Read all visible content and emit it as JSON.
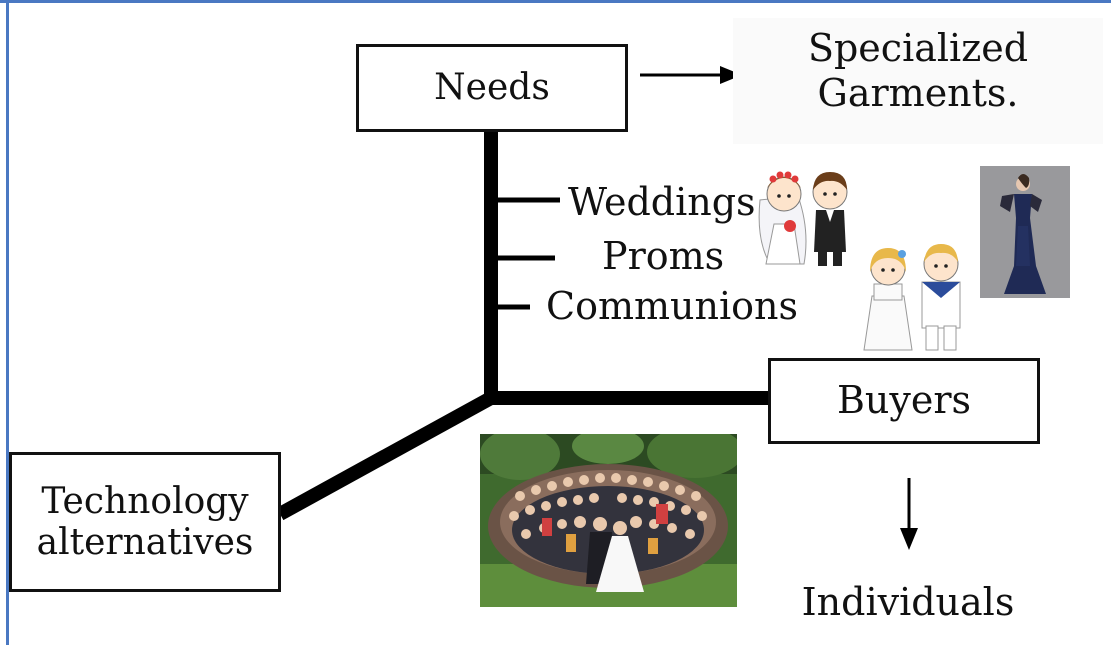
{
  "diagram": {
    "needs_label": "Needs",
    "specialized_line1": "Specialized",
    "specialized_line2": "Garments.",
    "occasions": [
      "Weddings",
      "Proms",
      "Communions"
    ],
    "buyers_label": "Buyers",
    "individuals_label": "Individuals",
    "technology_line1": "Technology",
    "technology_line2": "alternatives"
  },
  "images": {
    "wedding_couple": "wedding-couple-illustration",
    "communion_kids": "communion-children-illustration",
    "evening_gown": "evening-gown-photo",
    "wedding_crowd": "wedding-crowd-photo"
  },
  "colors": {
    "frame": "#4a78c2",
    "ink": "#111111"
  }
}
